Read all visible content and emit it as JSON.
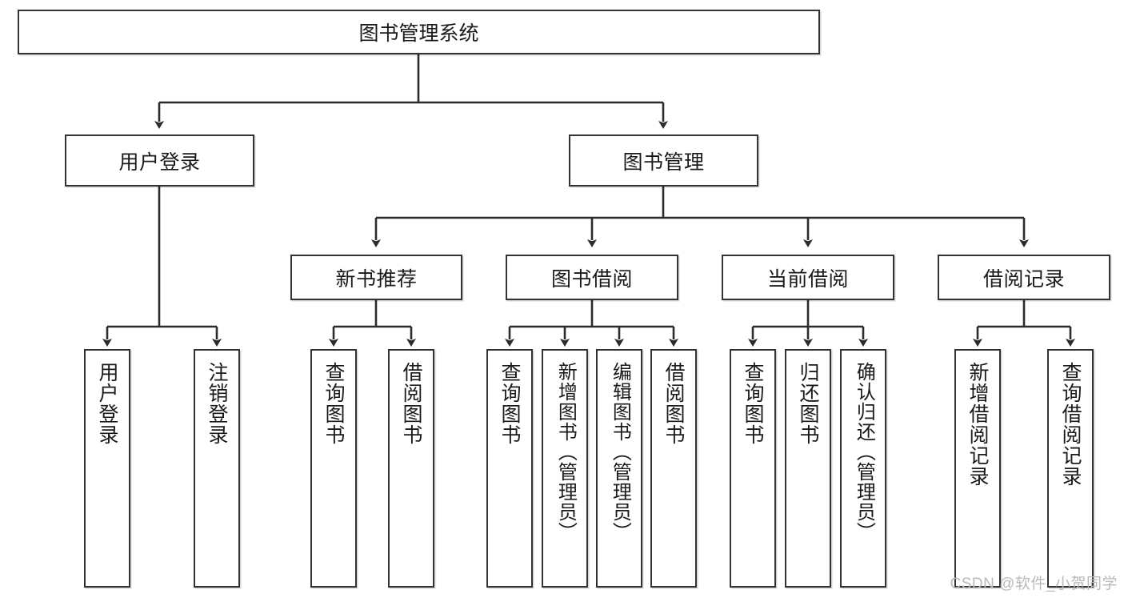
{
  "diagram": {
    "type": "tree",
    "title": "图书管理系统",
    "watermark": "CSDN @软件_小贺同学",
    "root": {
      "label": "图书管理系统"
    },
    "level2": [
      {
        "label": "用户登录"
      },
      {
        "label": "图书管理"
      }
    ],
    "level3": [
      {
        "label": "新书推荐"
      },
      {
        "label": "图书借阅"
      },
      {
        "label": "当前借阅"
      },
      {
        "label": "借阅记录"
      }
    ],
    "leaves": {
      "user_login": [
        {
          "label": "用户登录"
        },
        {
          "label": "注销登录"
        }
      ],
      "new_book_recommend": [
        {
          "label": "查询图书"
        },
        {
          "label": "借阅图书"
        }
      ],
      "book_borrow": [
        {
          "label": "查询图书"
        },
        {
          "label": "新增图书（管理员）"
        },
        {
          "label": "编辑图书（管理员）"
        },
        {
          "label": "借阅图书"
        }
      ],
      "current_borrow": [
        {
          "label": "查询图书"
        },
        {
          "label": "归还图书"
        },
        {
          "label": "确认归还（管理员）"
        }
      ],
      "borrow_record": [
        {
          "label": "新增借阅记录"
        },
        {
          "label": "查询借阅记录"
        }
      ]
    }
  },
  "colors": {
    "stroke": "#333333",
    "fill": "#ffffff",
    "text": "#1a1a1a",
    "watermark": "#b9b9b9"
  }
}
